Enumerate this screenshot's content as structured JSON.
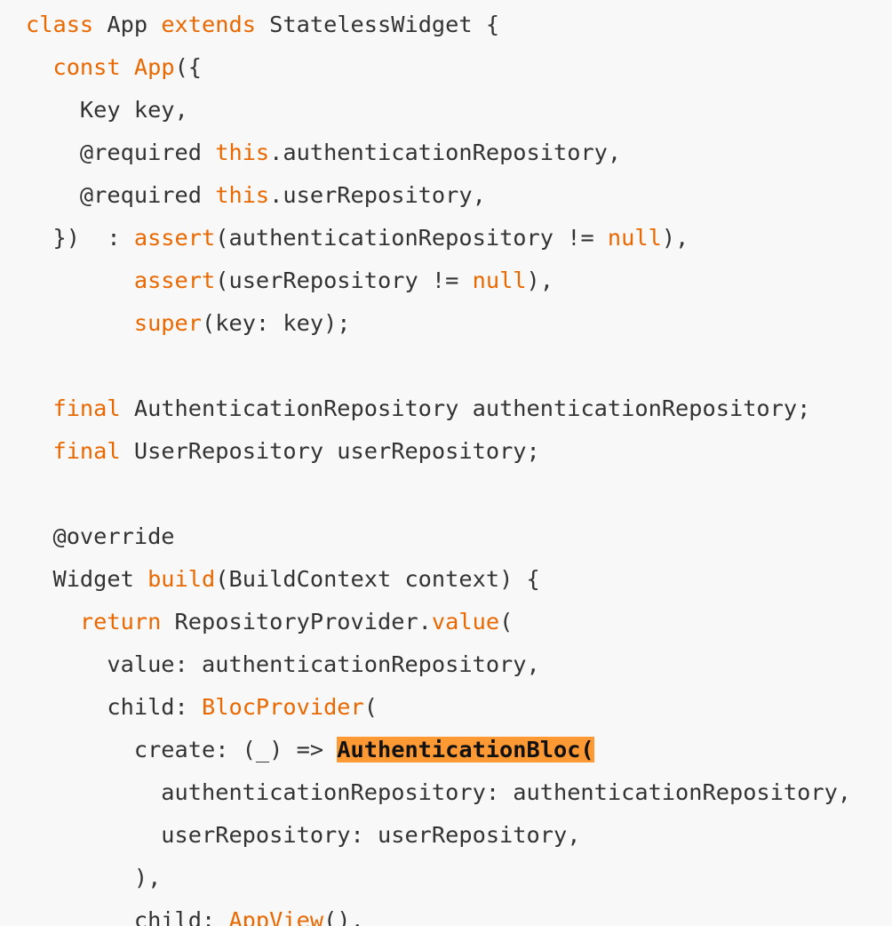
{
  "code": {
    "language": "dart",
    "colors": {
      "plain": "#333333",
      "keyword": "#e96900",
      "highlight_bg": "#ff9933",
      "background": "#f8f8f8"
    },
    "lines": [
      [
        {
          "t": "class",
          "k": "kw"
        },
        {
          "t": " App "
        },
        {
          "t": "extends",
          "k": "kw"
        },
        {
          "t": " StatelessWidget {"
        }
      ],
      [
        {
          "t": "  "
        },
        {
          "t": "const",
          "k": "kw"
        },
        {
          "t": " "
        },
        {
          "t": "App",
          "k": "kw"
        },
        {
          "t": "({"
        }
      ],
      [
        {
          "t": "    Key key,"
        }
      ],
      [
        {
          "t": "    @required "
        },
        {
          "t": "this",
          "k": "kw"
        },
        {
          "t": ".authenticationRepository,"
        }
      ],
      [
        {
          "t": "    @required "
        },
        {
          "t": "this",
          "k": "kw"
        },
        {
          "t": ".userRepository,"
        }
      ],
      [
        {
          "t": "  })  : "
        },
        {
          "t": "assert",
          "k": "kw"
        },
        {
          "t": "(authenticationRepository != "
        },
        {
          "t": "null",
          "k": "kw"
        },
        {
          "t": "),"
        }
      ],
      [
        {
          "t": "        "
        },
        {
          "t": "assert",
          "k": "kw"
        },
        {
          "t": "(userRepository != "
        },
        {
          "t": "null",
          "k": "kw"
        },
        {
          "t": "),"
        }
      ],
      [
        {
          "t": "        "
        },
        {
          "t": "super",
          "k": "kw"
        },
        {
          "t": "(key: key);"
        }
      ],
      [],
      [
        {
          "t": "  "
        },
        {
          "t": "final",
          "k": "kw"
        },
        {
          "t": " AuthenticationRepository authenticationRepository;"
        }
      ],
      [
        {
          "t": "  "
        },
        {
          "t": "final",
          "k": "kw"
        },
        {
          "t": " UserRepository userRepository;"
        }
      ],
      [],
      [
        {
          "t": "  @override"
        }
      ],
      [
        {
          "t": "  Widget "
        },
        {
          "t": "build",
          "k": "kw"
        },
        {
          "t": "(BuildContext context) {"
        }
      ],
      [
        {
          "t": "    "
        },
        {
          "t": "return",
          "k": "kw"
        },
        {
          "t": " RepositoryProvider."
        },
        {
          "t": "value",
          "k": "kw"
        },
        {
          "t": "("
        }
      ],
      [
        {
          "t": "      value: authenticationRepository,"
        }
      ],
      [
        {
          "t": "      child: "
        },
        {
          "t": "BlocProvider",
          "k": "kw"
        },
        {
          "t": "("
        }
      ],
      [
        {
          "t": "        create: (_) => "
        },
        {
          "t": "AuthenticationBloc(",
          "k": "hl"
        }
      ],
      [
        {
          "t": "          authenticationRepository: authenticationRepository,"
        }
      ],
      [
        {
          "t": "          userRepository: userRepository,"
        }
      ],
      [
        {
          "t": "        ),"
        }
      ],
      [
        {
          "t": "        child: "
        },
        {
          "t": "AppView",
          "k": "kw"
        },
        {
          "t": "(),"
        }
      ]
    ]
  }
}
